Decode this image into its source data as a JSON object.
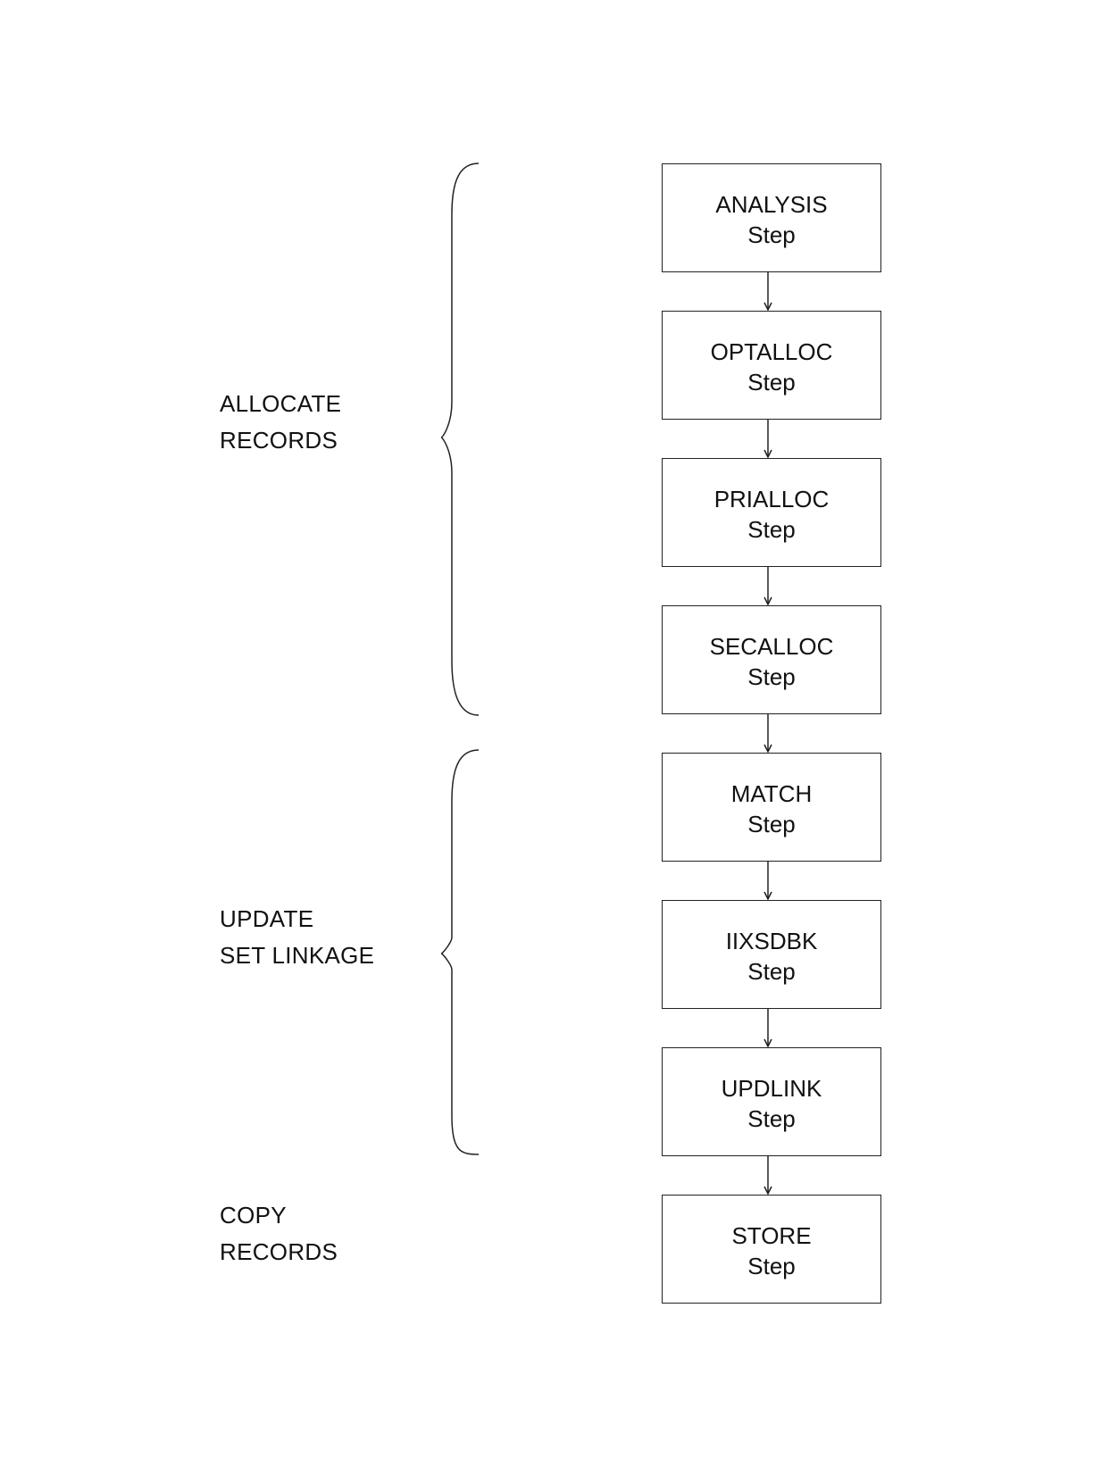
{
  "groups": [
    {
      "lines": [
        "ALLOCATE",
        "RECORDS"
      ]
    },
    {
      "lines": [
        "UPDATE",
        "SET LINKAGE"
      ]
    },
    {
      "lines": [
        "COPY",
        "RECORDS"
      ]
    }
  ],
  "steps": [
    {
      "name": "ANALYSIS",
      "sub": "Step"
    },
    {
      "name": "OPTALLOC",
      "sub": "Step"
    },
    {
      "name": "PRIALLOC",
      "sub": "Step"
    },
    {
      "name": "SECALLOC",
      "sub": "Step"
    },
    {
      "name": "MATCH",
      "sub": "Step"
    },
    {
      "name": "IIXSDBK",
      "sub": "Step"
    },
    {
      "name": "UPDLINK",
      "sub": "Step"
    },
    {
      "name": "STORE",
      "sub": "Step"
    }
  ]
}
